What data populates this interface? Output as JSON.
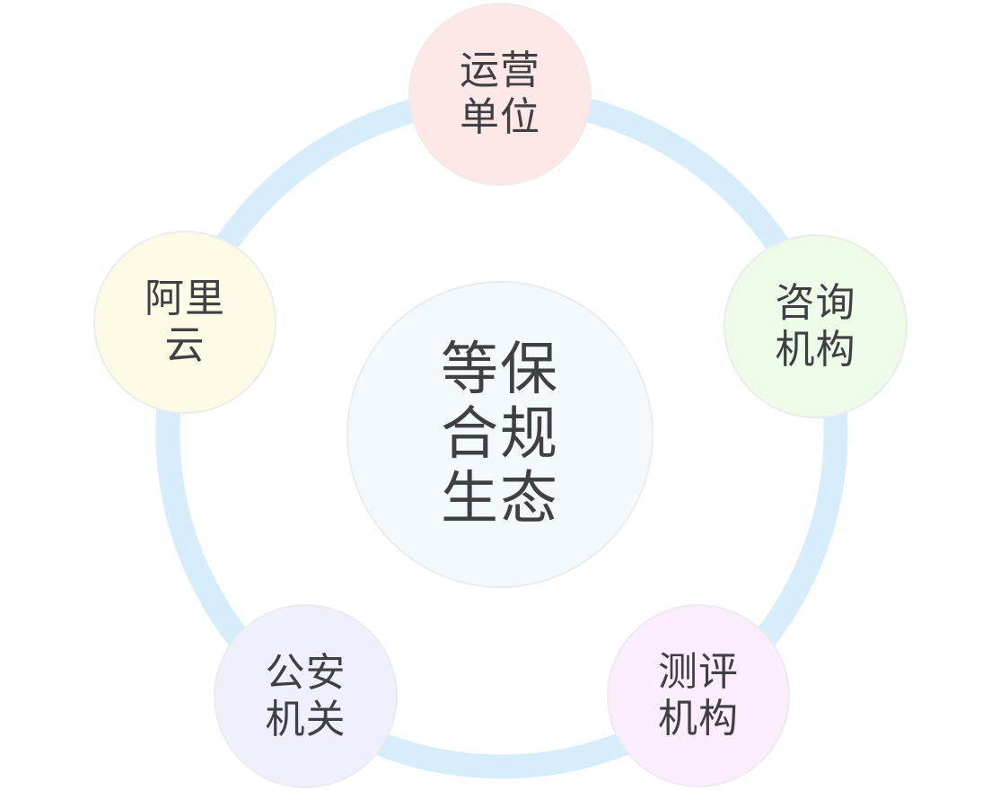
{
  "diagram": {
    "ring_color": "#d8edfb",
    "center": {
      "label": "等保合规生态",
      "fill": "#f3f9fd"
    },
    "nodes": [
      {
        "id": "top",
        "label": "运营单位",
        "fill": "#fde7e7"
      },
      {
        "id": "right",
        "label": "咨询机构",
        "fill": "#edfbe8"
      },
      {
        "id": "br",
        "label": "测评机构",
        "fill": "#fbedfb"
      },
      {
        "id": "bl",
        "label": "公安机关",
        "fill": "#eff0fd"
      },
      {
        "id": "left",
        "label": "阿里云",
        "fill": "#fdfbe6"
      }
    ]
  }
}
